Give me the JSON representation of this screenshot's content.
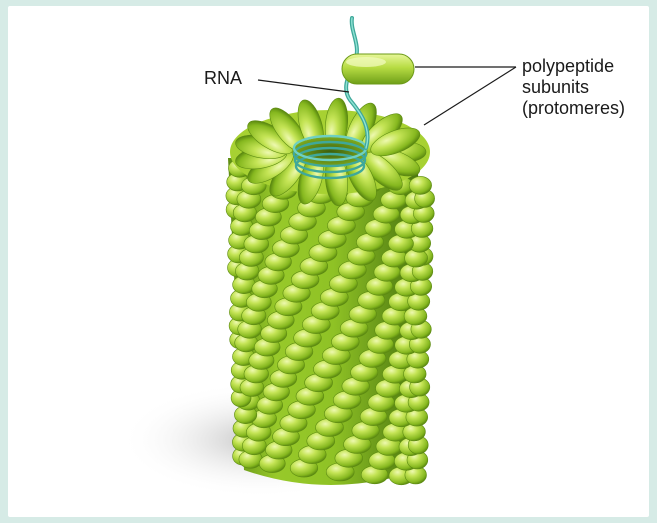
{
  "labels": {
    "rna": "RNA",
    "protomer_lines": [
      "polypeptide",
      "subunits",
      "(protomeres)"
    ]
  },
  "colors": {
    "background": "#d6ebe6",
    "panel": "#ffffff",
    "subunit_light": "#d2ec6a",
    "subunit_mid": "#9ccc2c",
    "subunit_dark": "#4f7d12",
    "rna_ribbon": "#3fa89a",
    "shadow": "#c9c9c9",
    "leader_line": "#1a1a1a"
  }
}
